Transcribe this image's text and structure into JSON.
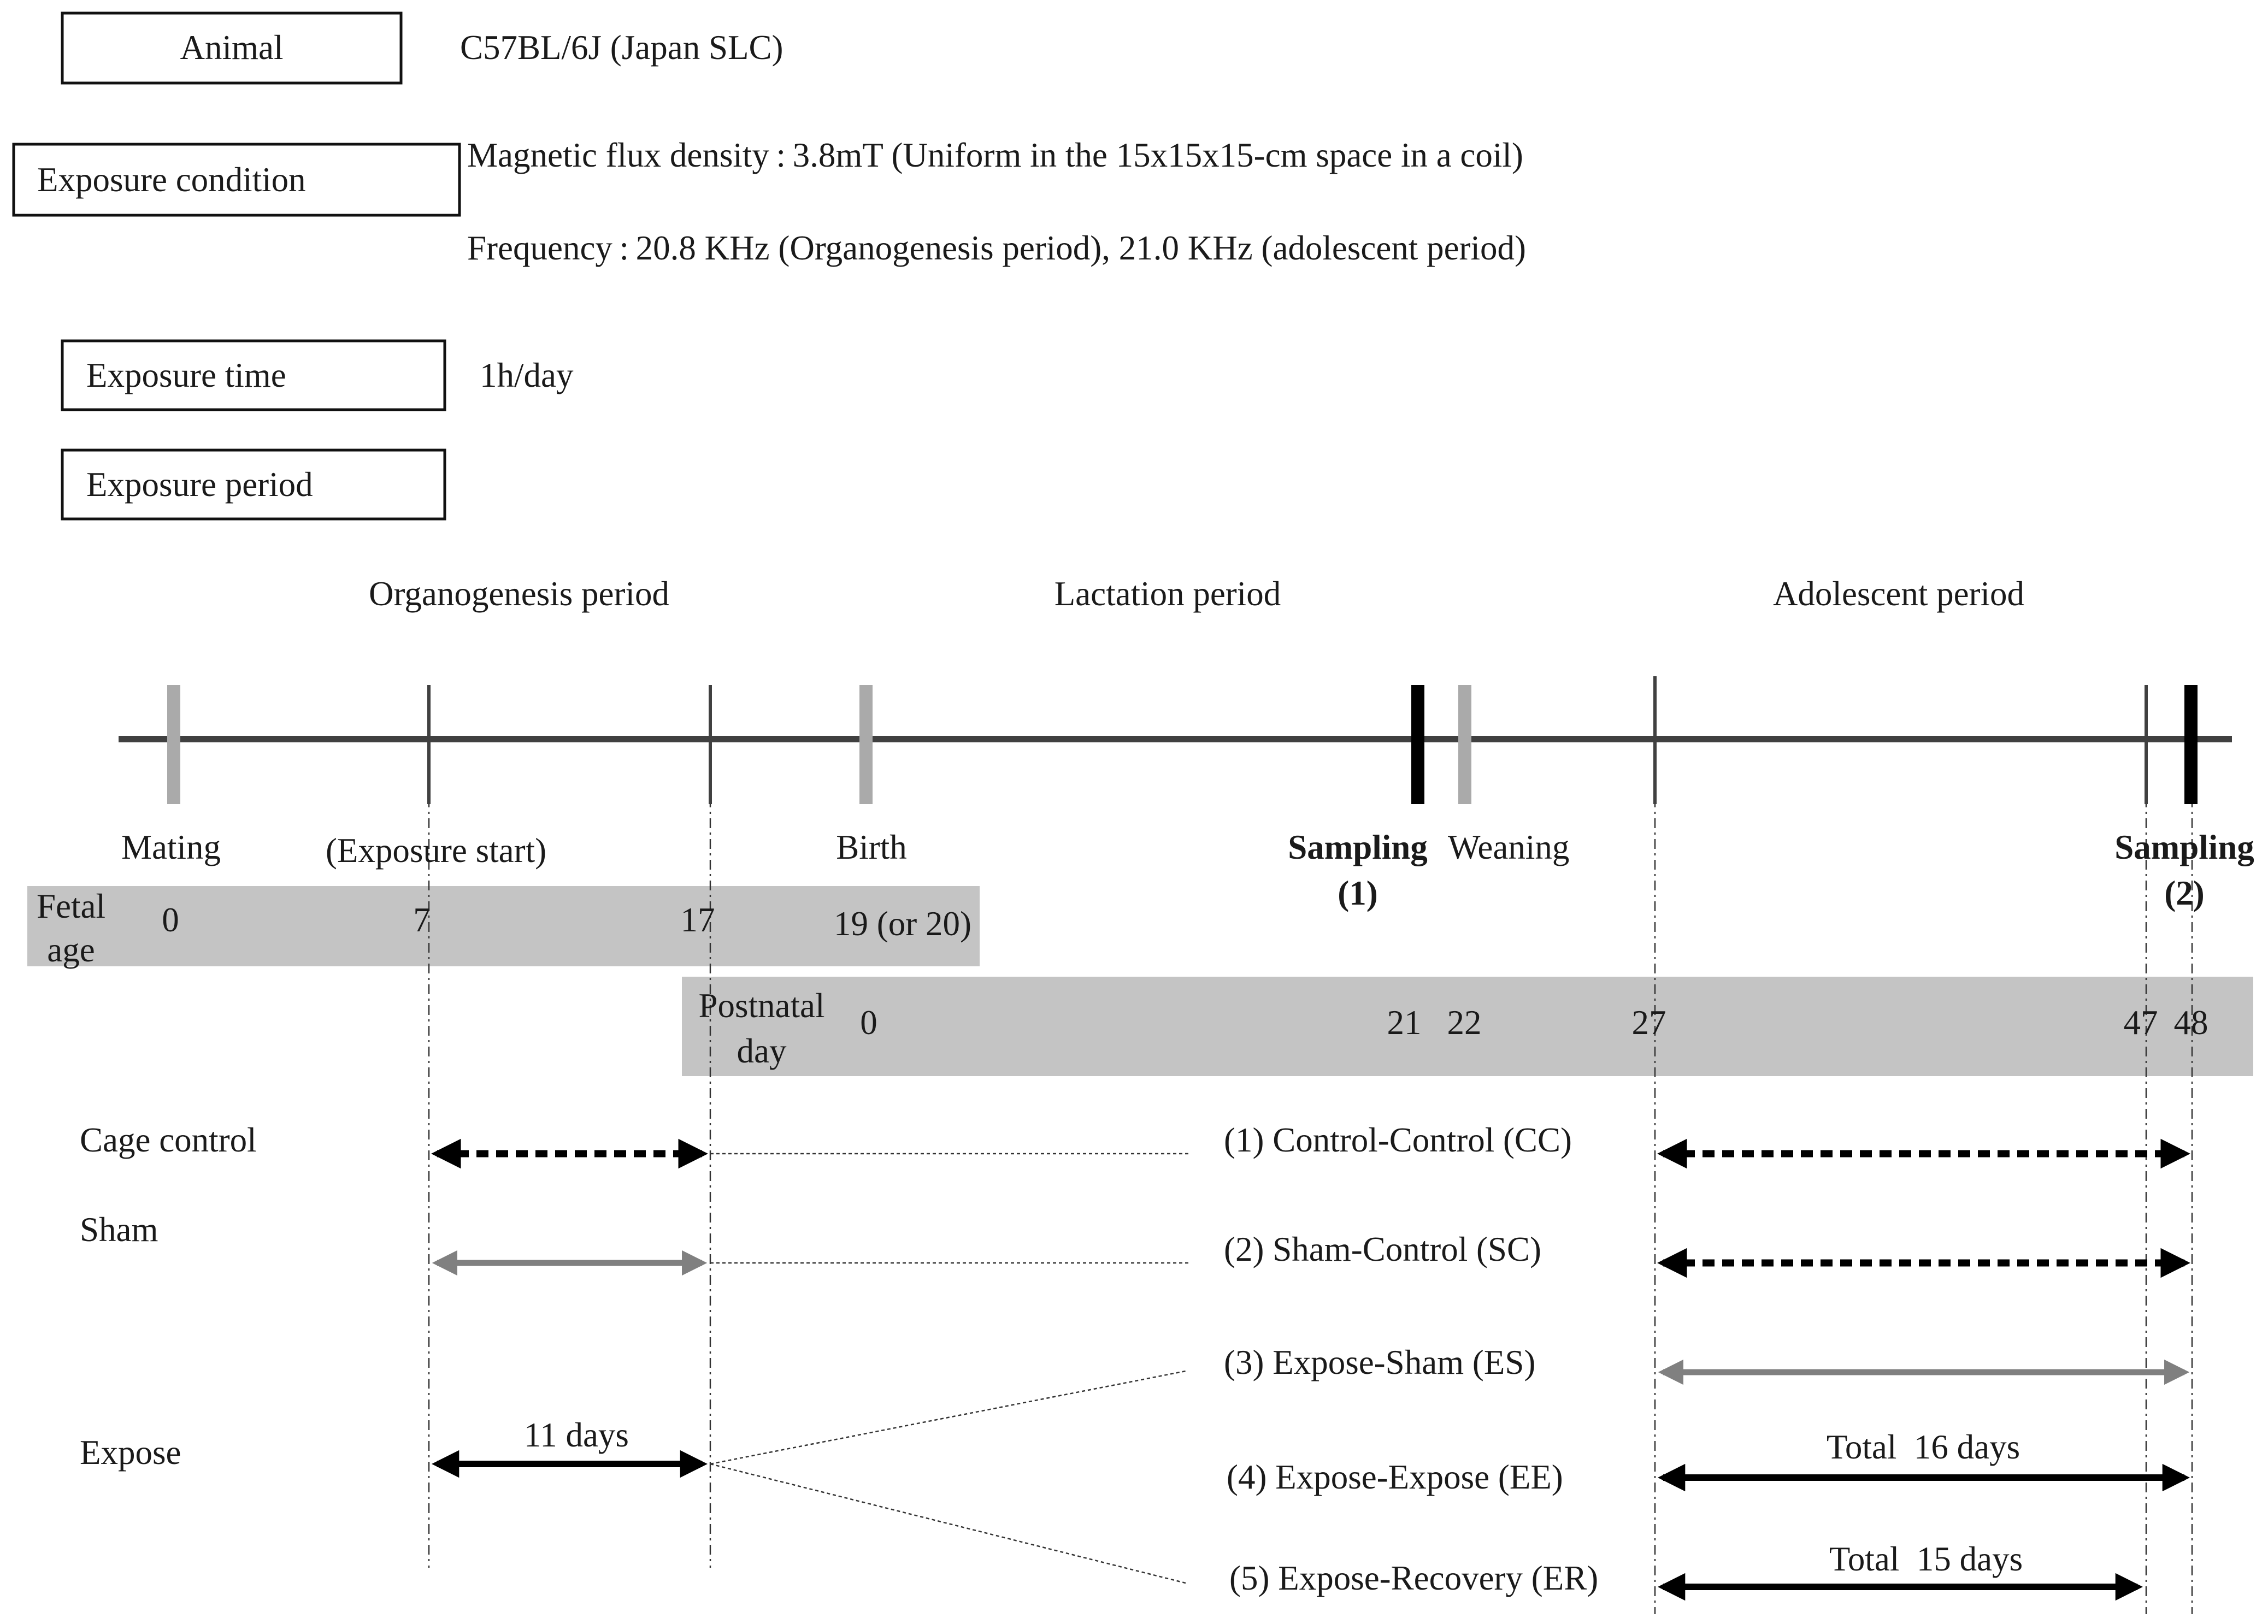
{
  "info": {
    "animal_label": "Animal",
    "animal_value": "C57BL/6J (Japan SLC)",
    "exposure_condition_label": "Exposure condition",
    "magnetic_flux": "Magnetic flux density : 3.8mT (Uniform in the 15x15x15-cm space in a coil)",
    "frequency": "Frequency : 20.8 KHz (Organogenesis period), 21.0 KHz (adolescent period)",
    "exposure_time_label": "Exposure time",
    "exposure_time_value": "1h/day",
    "exposure_period_label": "Exposure period"
  },
  "periods": {
    "organogenesis": "Organogenesis period",
    "lactation": "Lactation period",
    "adolescent": "Adolescent period"
  },
  "events": {
    "mating": "Mating",
    "exposure_start": "(Exposure start)",
    "birth": "Birth",
    "sampling1_label": "Sampling",
    "sampling1_num": "(1)",
    "weaning": "Weaning",
    "sampling2_label": "Sampling",
    "sampling2_num": "(2)"
  },
  "fetal": {
    "label_line1": "Fetal",
    "label_line2": "age",
    "d0": "0",
    "d7": "7",
    "d17": "17",
    "d19": "19 (or 20)"
  },
  "postnatal": {
    "label_line1": "Postnatal",
    "label_line2": "day",
    "d0": "0",
    "d21": "21",
    "d22": "22",
    "d27": "27",
    "d47": "47",
    "d48": "48"
  },
  "groups": {
    "cage_control": "Cage control",
    "sham": "Sham",
    "expose": "Expose",
    "eleven_days": "11 days",
    "g1": "(1) Control-Control (CC)",
    "g2": "(2) Sham-Control (SC)",
    "g3": "(3) Expose-Sham (ES)",
    "g4": "(4) Expose-Expose (EE)",
    "g5": "(5) Expose-Recovery (ER)",
    "total16": "Total  16 days",
    "total15": "Total  15 days"
  },
  "colors": {
    "timeline": "#404040",
    "gray_marker": "#aaaaaa",
    "band": "#c4c4c4",
    "black": "#000000",
    "gray_arrow": "#808080"
  }
}
